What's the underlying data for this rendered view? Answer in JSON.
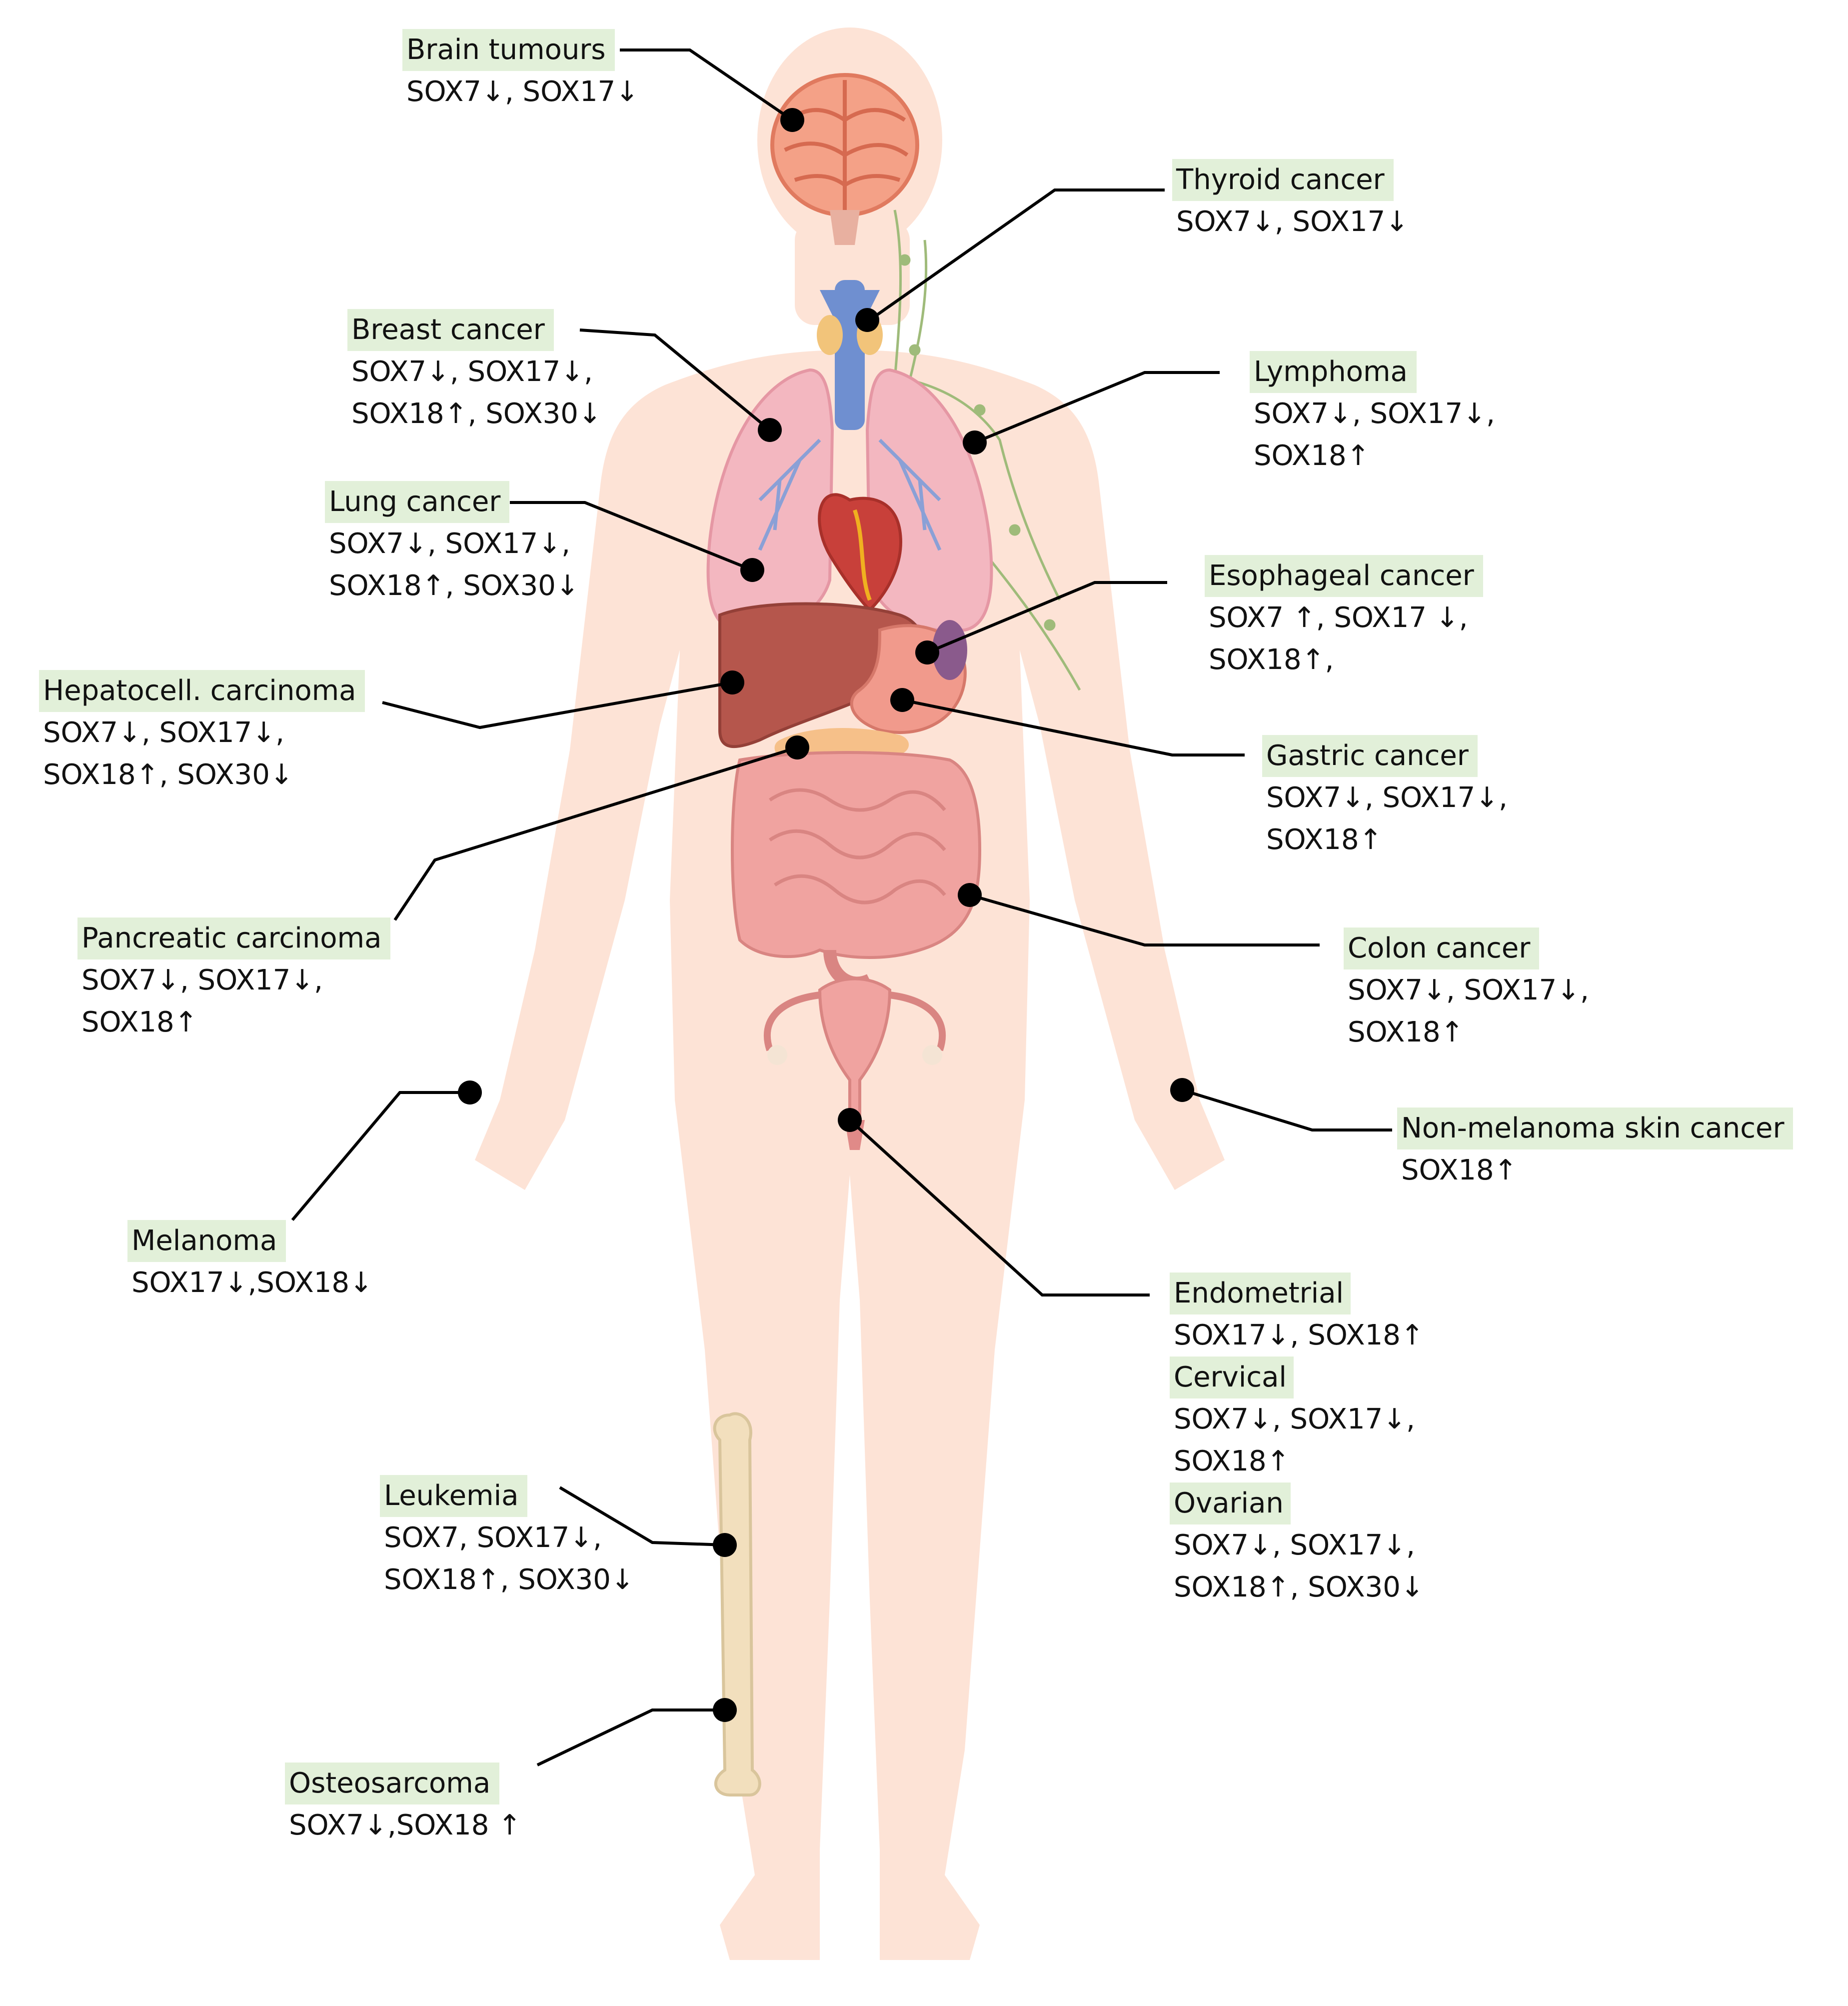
{
  "colors": {
    "label_highlight": "#e2f0d9",
    "body_skin": "#fde3d6",
    "leader_line": "#000000",
    "marker_dot": "#000000"
  },
  "icons": [
    "brain-icon",
    "trachea-icon",
    "thyroid-icon",
    "lung-icon",
    "heart-icon",
    "liver-icon",
    "stomach-icon",
    "pancreas-icon",
    "intestine-icon",
    "uterus-icon",
    "femur-bone-icon",
    "lymph-node-icon"
  ],
  "labels": {
    "brain": {
      "title": "Brain tumours",
      "genes": [
        "SOX7↓, SOX17↓"
      ]
    },
    "thyroid": {
      "title": "Thyroid cancer",
      "genes": [
        "SOX7↓, SOX17↓"
      ]
    },
    "breast": {
      "title": "Breast cancer",
      "genes": [
        "SOX7↓, SOX17↓,",
        "SOX18↑, SOX30↓"
      ]
    },
    "lymphoma": {
      "title": "Lymphoma",
      "genes": [
        "SOX7↓, SOX17↓,",
        "SOX18↑"
      ]
    },
    "lung": {
      "title": "Lung cancer",
      "genes": [
        "SOX7↓, SOX17↓,",
        "SOX18↑, SOX30↓"
      ]
    },
    "esophageal": {
      "title": "Esophageal cancer",
      "genes": [
        "SOX7 ↑, SOX17 ↓,",
        "SOX18↑,"
      ]
    },
    "hepatocell": {
      "title": "Hepatocell. carcinoma",
      "genes": [
        "SOX7↓, SOX17↓,",
        "SOX18↑, SOX30↓"
      ]
    },
    "gastric": {
      "title": "Gastric cancer",
      "genes": [
        "SOX7↓, SOX17↓,",
        "SOX18↑"
      ]
    },
    "pancreatic": {
      "title": "Pancreatic carcinoma",
      "genes": [
        "SOX7↓, SOX17↓,",
        "SOX18↑"
      ]
    },
    "colon": {
      "title": "Colon cancer",
      "genes": [
        "SOX7↓, SOX17↓,",
        "SOX18↑"
      ]
    },
    "melanoma": {
      "title": "Melanoma",
      "genes": [
        "SOX17↓,SOX18↓"
      ]
    },
    "skin": {
      "title": "Non-melanoma skin cancer",
      "genes": [
        "SOX18↑"
      ]
    },
    "gynecologic": {
      "endometrial": {
        "title": "Endometrial",
        "genes": [
          "SOX17↓, SOX18↑"
        ]
      },
      "cervical": {
        "title": "Cervical",
        "genes": [
          "SOX7↓, SOX17↓,",
          "SOX18↑"
        ]
      },
      "ovarian": {
        "title": "Ovarian",
        "genes": [
          "SOX7↓, SOX17↓,",
          "SOX18↑, SOX30↓"
        ]
      }
    },
    "leukemia": {
      "title": "Leukemia",
      "genes": [
        "SOX7, SOX17↓,",
        "SOX18↑, SOX30↓"
      ]
    },
    "osteosarcoma": {
      "title": "Osteosarcoma",
      "genes": [
        "SOX7↓,SOX18 ↑"
      ]
    }
  }
}
